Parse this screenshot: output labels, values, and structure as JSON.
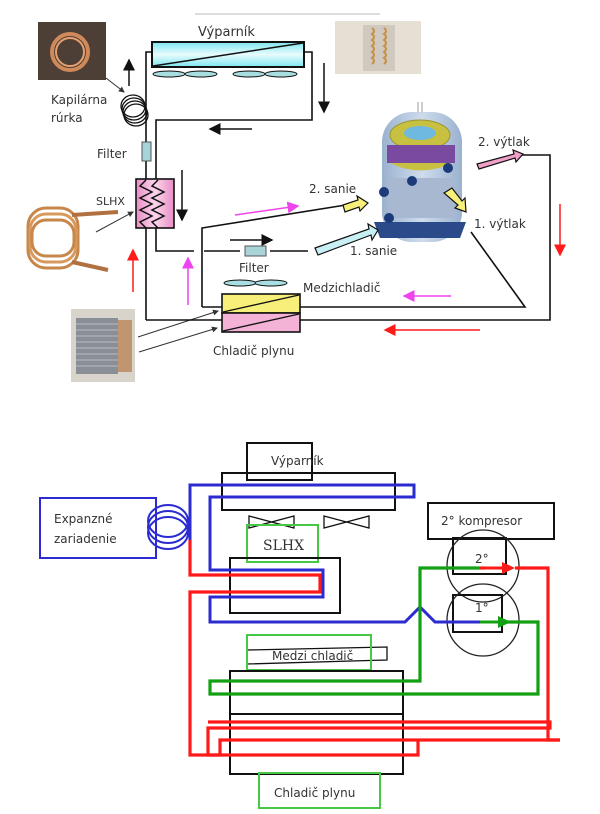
{
  "top_diagram": {
    "labels": {
      "evaporator": "Výparník",
      "capillary_line1": "Kapilárna",
      "capillary_line2": "rúrka",
      "filter_top": "Filter",
      "slhx": "SLHX",
      "filter_bottom": "Filter",
      "intercooler": "Medzichladič",
      "gas_cooler": "Chladič plynu",
      "suction_2": "2. sanie",
      "suction_1": "1. sanie",
      "discharge_2": "2. výtlak",
      "discharge_1": "1. výtlak"
    },
    "photos": [
      "capillary-tube-photo",
      "evaporator-photo",
      "slhx-coil-photo",
      "gas-cooler-photo",
      "compressor-render"
    ]
  },
  "bottom_diagram": {
    "labels": {
      "evaporator": "Výparník",
      "expansion_line1": "Expanzné",
      "expansion_line2": "zariadenie",
      "slhx": "SLHX",
      "compressor_box": "2° kompresor",
      "stage2": "2°",
      "stage1": "1°",
      "intercooler": "Medzi chladič",
      "gas_cooler": "Chladič plynu"
    }
  },
  "colors": {
    "blue_line": "#2b2bd0",
    "red_line": "#ff1a1a",
    "green_line": "#13a013",
    "green_box": "#46c846",
    "magenta_arrow": "#ee44ee",
    "evaporator_fill": "#8fe8f0",
    "slhx_fill": "#f0a0d0",
    "intercooler_fill": "#f6f07a",
    "gascooler_fill": "#f4b2d6",
    "filter_fill": "#a8d4d8"
  }
}
